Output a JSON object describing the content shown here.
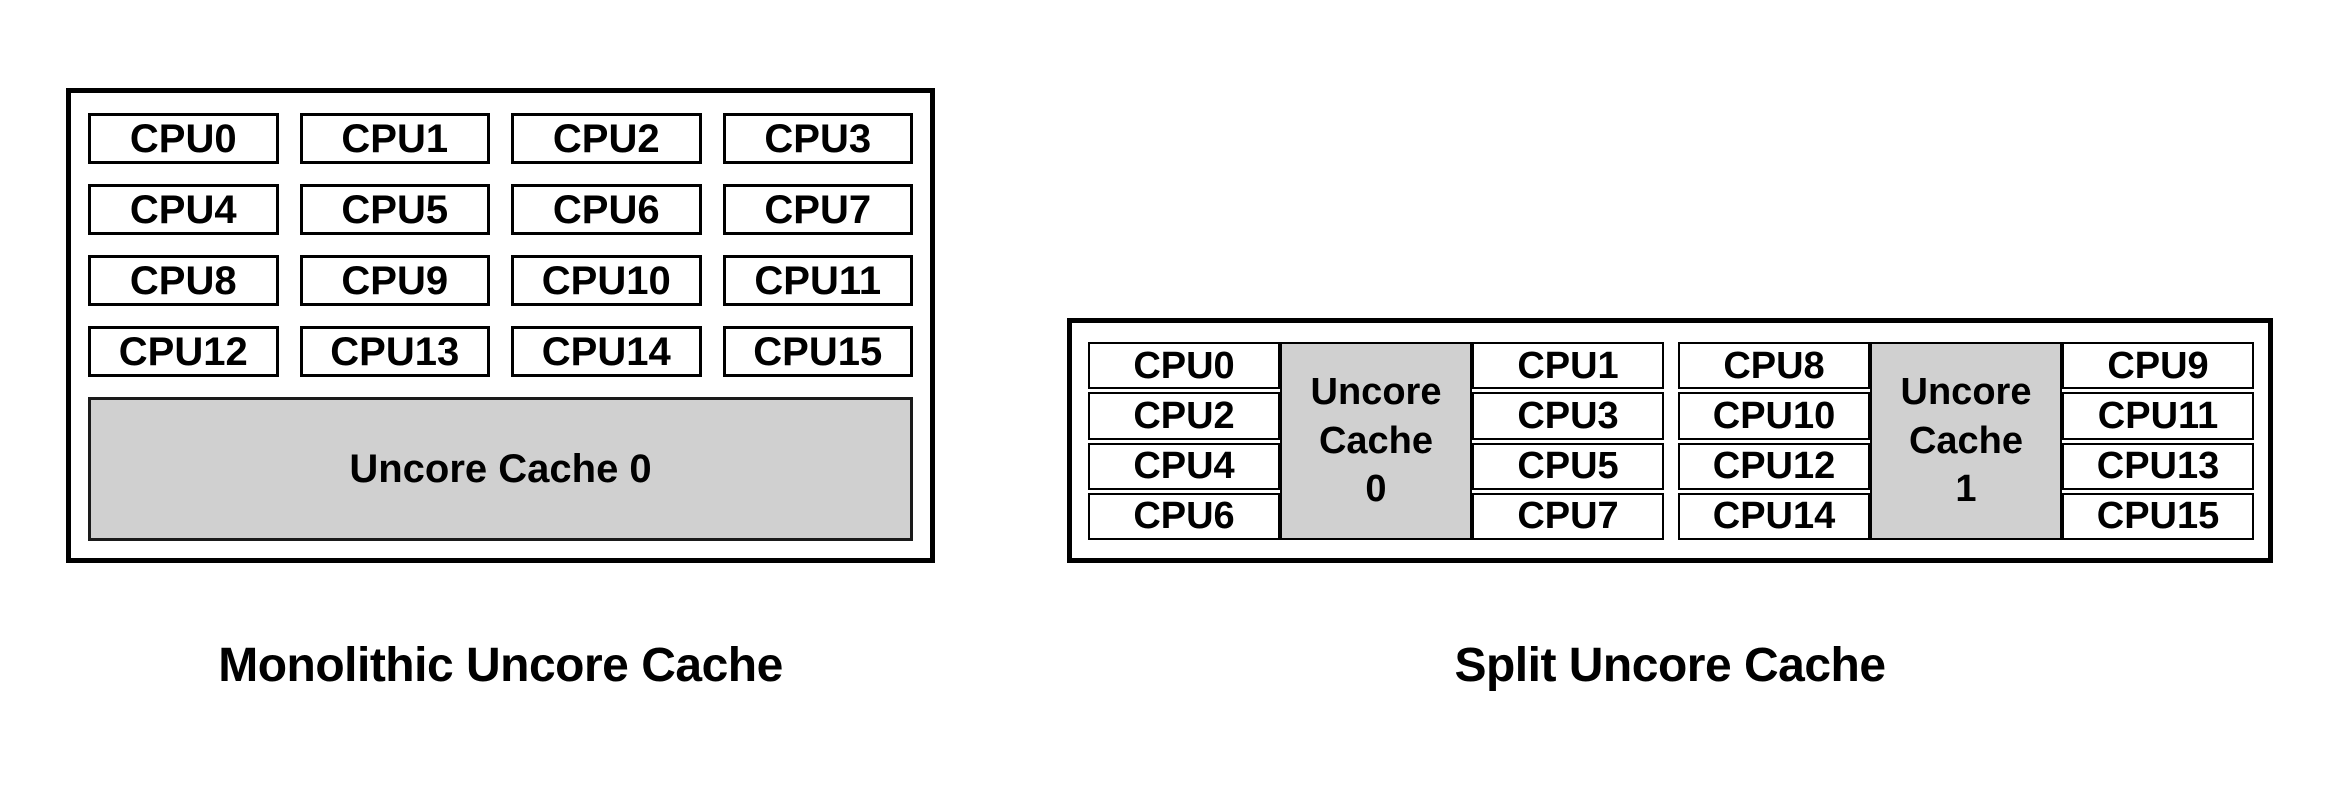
{
  "colors": {
    "background": "#ffffff",
    "border": "#000000",
    "cache_fill": "#d0d0d0",
    "text": "#000000"
  },
  "monolithic": {
    "title": "Monolithic Uncore Cache",
    "cache_label": "Uncore Cache 0",
    "cpu_rows": [
      [
        "CPU0",
        "CPU1",
        "CPU2",
        "CPU3"
      ],
      [
        "CPU4",
        "CPU5",
        "CPU6",
        "CPU7"
      ],
      [
        "CPU8",
        "CPU9",
        "CPU10",
        "CPU11"
      ],
      [
        "CPU12",
        "CPU13",
        "CPU14",
        "CPU15"
      ]
    ]
  },
  "split": {
    "title": "Split Uncore Cache",
    "clusters": [
      {
        "left_cpus": [
          "CPU0",
          "CPU2",
          "CPU4",
          "CPU6"
        ],
        "cache_lines": [
          "Uncore",
          "Cache",
          "0"
        ],
        "right_cpus": [
          "CPU1",
          "CPU3",
          "CPU5",
          "CPU7"
        ]
      },
      {
        "left_cpus": [
          "CPU8",
          "CPU10",
          "CPU12",
          "CPU14"
        ],
        "cache_lines": [
          "Uncore",
          "Cache",
          "1"
        ],
        "right_cpus": [
          "CPU9",
          "CPU11",
          "CPU13",
          "CPU15"
        ]
      }
    ]
  }
}
